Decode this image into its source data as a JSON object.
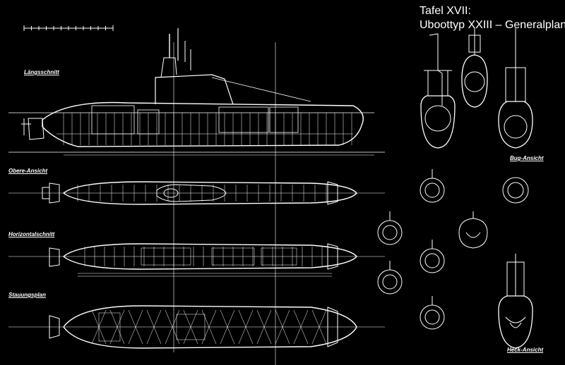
{
  "title": {
    "line1": "Tafel XVII:",
    "line2": "Uboottyp XXIII – Generalplan"
  },
  "views": {
    "laengsschnitt": "Längsschnitt",
    "obere_ansicht": "Obere-Ansicht",
    "horizontalschnitt": "Horizontalschnitt",
    "stauungsplan": "Stauungsplan",
    "bug_ansicht": "Bug-Ansicht",
    "heck_ansicht": "Heck-Ansicht"
  },
  "colors": {
    "background": "#000000",
    "ink": "#ffffff"
  }
}
